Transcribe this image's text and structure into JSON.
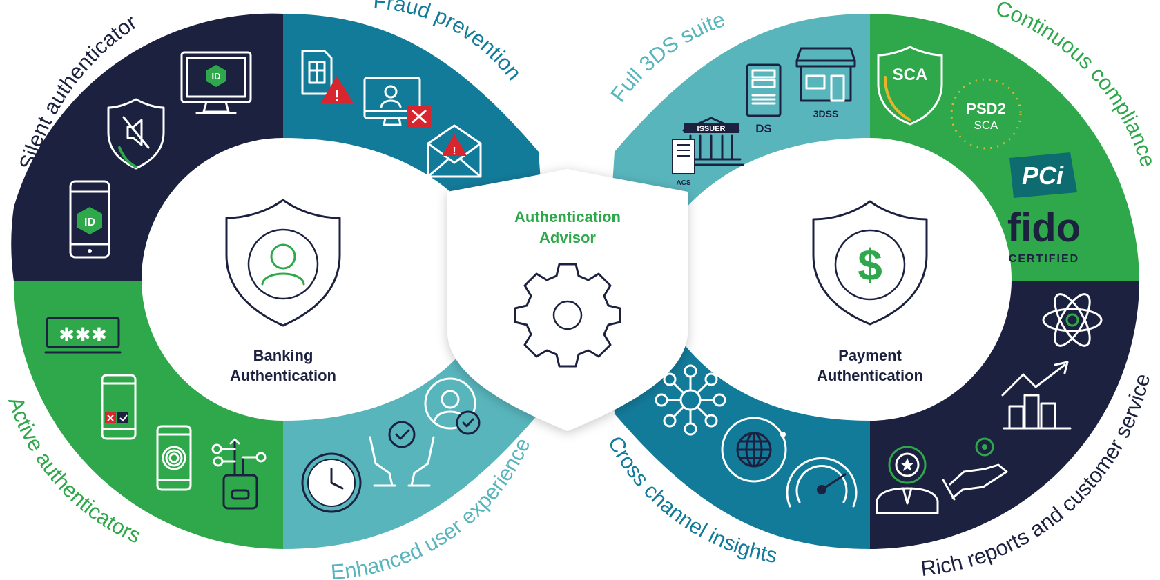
{
  "center": {
    "title_line1": "Authentication",
    "title_line2": "Advisor"
  },
  "hubs": {
    "left": {
      "line1": "Banking",
      "line2": "Authentication"
    },
    "right": {
      "line1": "Payment",
      "line2": "Authentication"
    }
  },
  "segments": {
    "silent": {
      "label": "Silent authenticators",
      "color": "#1c2140",
      "text_color": "#1c2140"
    },
    "fraud": {
      "label": "Fraud prevention",
      "color": "#137b9a",
      "text_color": "#137b9a"
    },
    "active": {
      "label": "Active authenticators",
      "color": "#2ea84a",
      "text_color": "#2ea84a"
    },
    "ux": {
      "label": "Enhanced user experience",
      "color": "#58b5bc",
      "text_color": "#58b5bc"
    },
    "threeds": {
      "label": "Full 3DS suite",
      "color": "#58b5bc",
      "text_color": "#58b5bc"
    },
    "compliance": {
      "label": "Continuous compliance",
      "color": "#2ea84a",
      "text_color": "#2ea84a"
    },
    "cross": {
      "label": "Cross channel insights",
      "color": "#137b9a",
      "text_color": "#137b9a"
    },
    "reports": {
      "label": "Rich reports and customer service",
      "color": "#1c2140",
      "text_color": "#1c2140"
    }
  },
  "icon_text": {
    "id_monitor": "ID",
    "id_phone": "ID",
    "password": "✱✱✱",
    "issuer": "ISSUER",
    "acs": "ACS",
    "ds": "DS",
    "threedss": "3DSS",
    "sca": "SCA",
    "psd2_line1": "PSD2",
    "psd2_line2": "SCA",
    "pci": "PCi",
    "fido": "fido",
    "fido_sub": "CERTIFIED"
  },
  "colors": {
    "navy": "#1c2140",
    "teal": "#137b9a",
    "light_teal": "#58b5bc",
    "green": "#2ea84a",
    "alert_red": "#d7262e",
    "gold": "#e8b52a"
  }
}
